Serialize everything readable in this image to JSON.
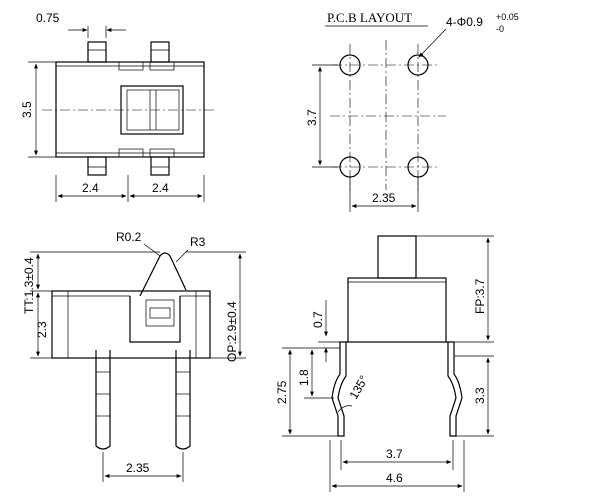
{
  "top_view": {
    "pin_width": "0.75",
    "height": "3.5",
    "pitch_left": "2.4",
    "pitch_right": "2.4"
  },
  "pcb_layout": {
    "title": "P.C.B LAYOUT",
    "hole_callout": "4-Φ0.9",
    "tol_plus": "+0.05",
    "tol_minus": "-0",
    "vertical_pitch": "3.7",
    "horizontal_pitch": "2.35"
  },
  "side_view": {
    "radius_small": "R0.2",
    "radius_large": "R3",
    "tt": "TT:1.3±0.4",
    "body_height": "2.3",
    "op": "OP:2.9±0.4",
    "pin_pitch": "2.35"
  },
  "front_view": {
    "fp": "FP:3.7",
    "d_0_7": "0.7",
    "d_2_75": "2.75",
    "d_1_8": "1.8",
    "angle": "135°",
    "d_3_3": "3.3",
    "d_3_7": "3.7",
    "d_4_6": "4.6"
  }
}
